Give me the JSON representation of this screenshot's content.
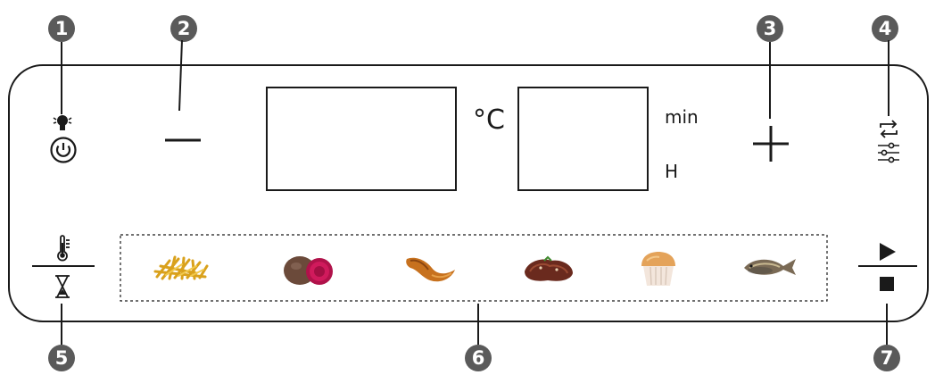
{
  "callouts": [
    {
      "number": "1",
      "part": "light-power"
    },
    {
      "number": "2",
      "part": "minus"
    },
    {
      "number": "3",
      "part": "plus"
    },
    {
      "number": "4",
      "part": "mode-settings"
    },
    {
      "number": "5",
      "part": "temp-time"
    },
    {
      "number": "6",
      "part": "presets"
    },
    {
      "number": "7",
      "part": "start-stop"
    }
  ],
  "units": {
    "temperature": "°C",
    "minutes": "min",
    "hours": "H"
  },
  "presets": [
    {
      "icon": "fries-icon"
    },
    {
      "icon": "beet-icon"
    },
    {
      "icon": "chicken-wing-icon"
    },
    {
      "icon": "steak-icon"
    },
    {
      "icon": "muffin-icon"
    },
    {
      "icon": "fish-icon"
    }
  ],
  "colors": {
    "panel_outline": "#1a1a1a",
    "badge_fill": "#5a5a5a",
    "badge_text": "#ffffff"
  }
}
